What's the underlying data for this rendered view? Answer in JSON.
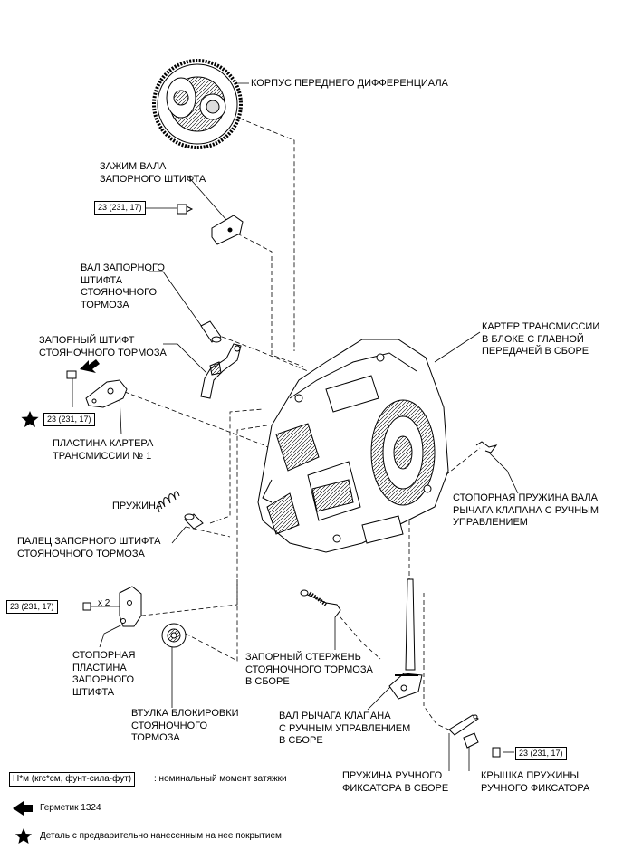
{
  "labels": {
    "front_diff_case": "КОРПУС ПЕРЕДНЕГО ДИФФЕРЕНЦИАЛА",
    "pawl_shaft_clamp": [
      "ЗАЖИМ ВАЛА",
      "ЗАПОРНОГО ШТИФТА"
    ],
    "pawl_shaft": [
      "ВАЛ ЗАПОРНОГО",
      "ШТИФТА",
      "СТОЯНОЧНОГО",
      "ТОРМОЗА"
    ],
    "parking_pawl": [
      "ЗАПОРНЫЙ ШТИФТ",
      "СТОЯНОЧНОГО ТОРМОЗА"
    ],
    "case_plate": [
      "ПЛАСТИНА КАРТЕРА",
      "ТРАНСМИССИИ № 1"
    ],
    "spring": "ПРУЖИНА",
    "pawl_pin": [
      "ПАЛЕЦ ЗАПОРНОГО ШТИФТА",
      "СТОЯНОЧНОГО ТОРМОЗА"
    ],
    "pawl_stopper_plate": [
      "СТОПОРНАЯ",
      "ПЛАСТИНА",
      "ЗАПОРНОГО",
      "ШТИФТА"
    ],
    "lock_sleeve": [
      "ВТУЛКА БЛОКИРОВКИ",
      "СТОЯНОЧНОГО",
      "ТОРМОЗА"
    ],
    "lock_rod": [
      "ЗАПОРНЫЙ СТЕРЖЕНЬ",
      "СТОЯНОЧНОГО ТОРМОЗА",
      "В СБОРЕ"
    ],
    "valve_lever_shaft": [
      "ВАЛ РЫЧАГА КЛАПАНА",
      "С РУЧНЫМ УПРАВЛЕНИЕМ",
      "В СБОРЕ"
    ],
    "transaxle_case": [
      "КАРТЕР ТРАНСМИССИИ",
      "В БЛОКЕ С ГЛАВНОЙ",
      "ПЕРЕДАЧЕЙ В СБОРЕ"
    ],
    "retaining_spring": [
      "СТОПОРНАЯ ПРУЖИНА ВАЛА",
      "РЫЧАГА КЛАПАНА С РУЧНЫМ",
      "УПРАВЛЕНИЕМ"
    ],
    "detent_spring": [
      "ПРУЖИНА РУЧНОГО",
      "ФИКСАТОРА В СБОРЕ"
    ],
    "detent_cover": [
      "КРЫШКА ПРУЖИНЫ",
      "РУЧНОГО ФИКСАТОРА"
    ]
  },
  "torque": {
    "t1": "23 (231, 17)",
    "t2": "23 (231, 17)",
    "t3": "23 (231, 17)",
    "t4": "23 (231, 17)",
    "times": "x 2"
  },
  "legend": {
    "unit_box": "Н*м (кгс*см, фунт-сила-фут)",
    "unit_desc": ": номинальный момент затяжки",
    "sealant": "Герметик 1324",
    "precoated": "Деталь с предварительно нанесенным на нее покрытием"
  }
}
